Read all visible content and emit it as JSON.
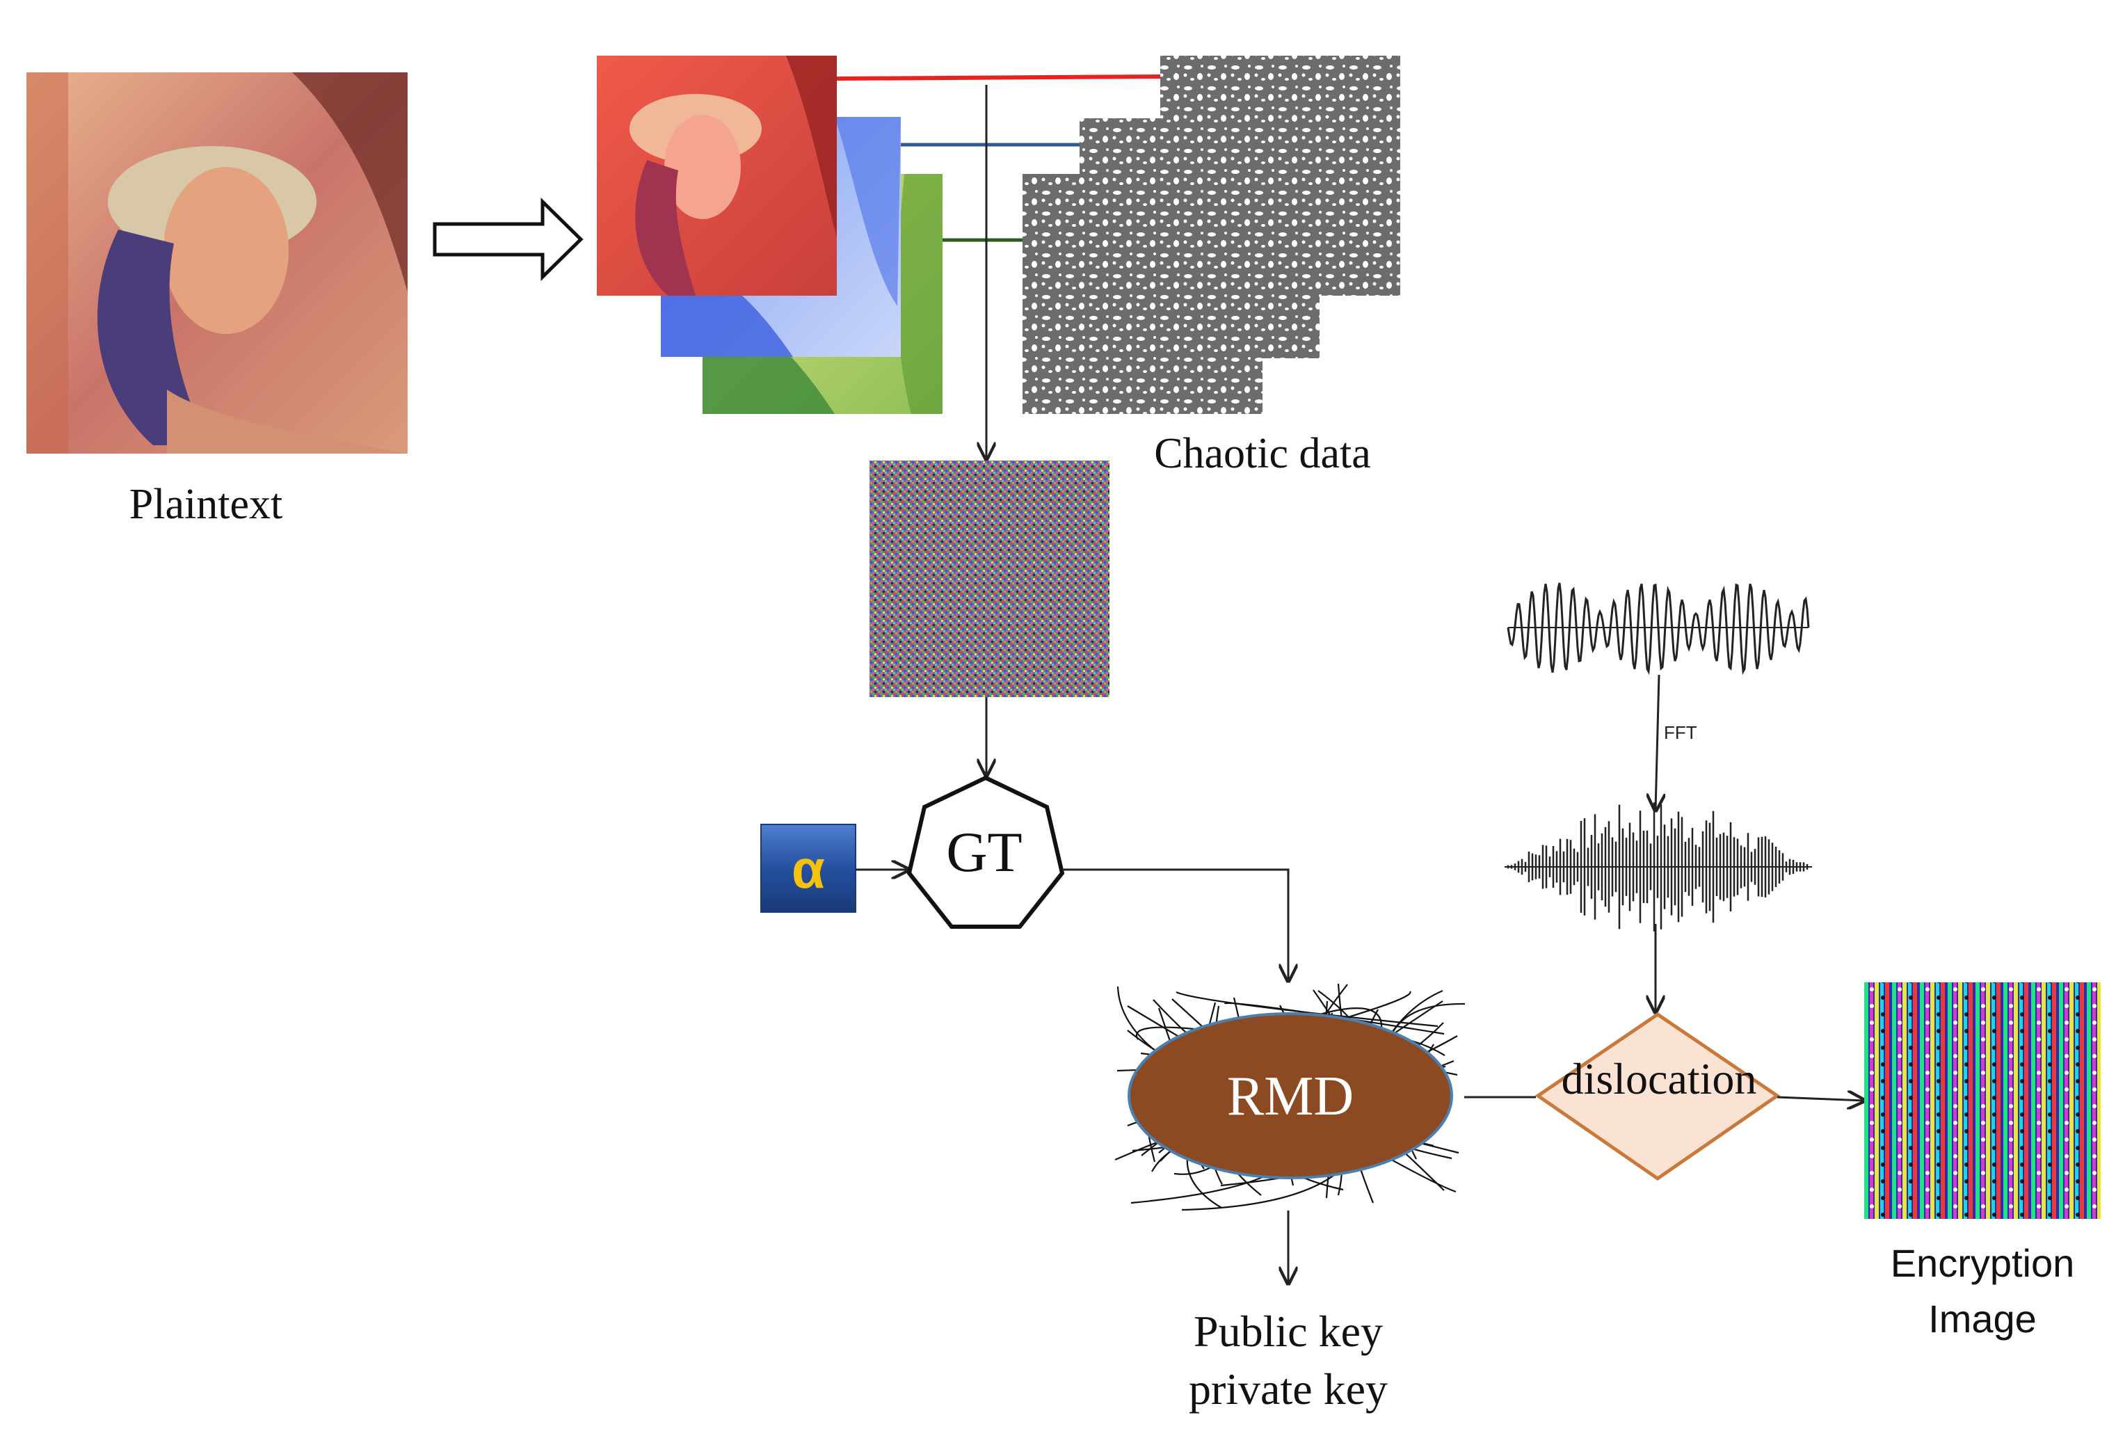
{
  "diagram": {
    "plaintext_label": "Plaintext",
    "chaotic_label": "Chaotic data",
    "gt_label": "GT",
    "alpha_symbol": "α",
    "fft_label": "FFT",
    "rmd_label": "RMD",
    "dislocation_label": "dislocation",
    "keys_label_line1": "Public key",
    "keys_label_line2": "private key",
    "encryption_label_line1": "Encryption",
    "encryption_label_line2": "Image"
  },
  "colors": {
    "red_channel": "#e8231f",
    "blue_channel": "#2f5b93",
    "green_channel": "#2f5a22",
    "rmd_fill": "#8b4a22",
    "rmd_stroke": "#4a7fb0",
    "diamond_fill": "#fbe3d3",
    "diamond_stroke": "#c8793b",
    "alpha_box": "#2450a0",
    "alpha_text": "#f4c20d"
  }
}
